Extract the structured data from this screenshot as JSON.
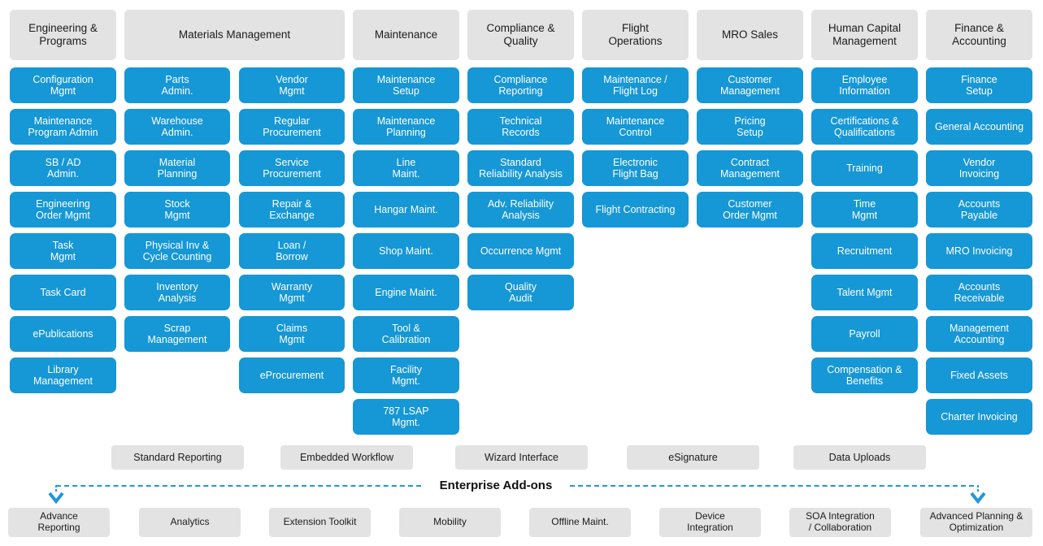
{
  "colors": {
    "module_blue": "#1697d6",
    "accent_blue": "#2196db",
    "box_gray": "#e3e3e3"
  },
  "columns": [
    {
      "header": "Engineering &\nPrograms",
      "items": [
        "Configuration\nMgmt",
        "Maintenance\nProgram Admin",
        "SB / AD\nAdmin.",
        "Engineering\nOrder Mgmt",
        "Task\nMgmt",
        "Task Card",
        "ePublications",
        "Library\nManagement"
      ]
    },
    {
      "header": "Materials Management",
      "subcolumns": [
        [
          "Parts\nAdmin.",
          "Warehouse\nAdmin.",
          "Material\nPlanning",
          "Stock\nMgmt",
          "Physical Inv &\nCycle Counting",
          "Inventory\nAnalysis",
          "Scrap\nManagement"
        ],
        [
          "Vendor\nMgmt",
          "Regular\nProcurement",
          "Service\nProcurement",
          "Repair &\nExchange",
          "Loan /\nBorrow",
          "Warranty\nMgmt",
          "Claims\nMgmt",
          "eProcurement"
        ]
      ]
    },
    {
      "header": "Maintenance",
      "items": [
        "Maintenance\nSetup",
        "Maintenance\nPlanning",
        "Line\nMaint.",
        "Hangar Maint.",
        "Shop Maint.",
        "Engine Maint.",
        "Tool &\nCalibration",
        "Facility\nMgmt.",
        "787 LSAP\nMgmt."
      ]
    },
    {
      "header": "Compliance &\nQuality",
      "items": [
        "Compliance\nReporting",
        "Technical\nRecords",
        "Standard\nReliability Analysis",
        "Adv. Reliability\nAnalysis",
        "Occurrence Mgmt",
        "Quality\nAudit"
      ]
    },
    {
      "header": "Flight\nOperations",
      "items": [
        "Maintenance /\nFlight Log",
        "Maintenance\nControl",
        "Electronic\nFlight Bag",
        "Flight Contracting"
      ]
    },
    {
      "header": "MRO Sales",
      "items": [
        "Customer\nManagement",
        "Pricing\nSetup",
        "Contract\nManagement",
        "Customer\nOrder Mgmt"
      ]
    },
    {
      "header": "Human Capital\nManagement",
      "items": [
        "Employee\nInformation",
        "Certifications &\nQualifications",
        "Training",
        "Time\nMgmt",
        "Recruitment",
        "Talent Mgmt",
        "Payroll",
        "Compensation &\nBenefits"
      ]
    },
    {
      "header": "Finance &\nAccounting",
      "items": [
        "Finance\nSetup",
        "General Accounting",
        "Vendor\nInvoicing",
        "Accounts\nPayable",
        "MRO Invoicing",
        "Accounts\nReceivable",
        "Management\nAccounting",
        "Fixed Assets",
        "Charter Invoicing"
      ]
    }
  ],
  "utilities": [
    "Standard Reporting",
    "Embedded Workflow",
    "Wizard Interface",
    "eSignature",
    "Data Uploads"
  ],
  "enterprise_addons": {
    "label": "Enterprise Add-ons",
    "items": [
      "Advance\nReporting",
      "Analytics",
      "Extension Toolkit",
      "Mobility",
      "Offline Maint.",
      "Device\nIntegration",
      "SOA Integration\n/ Collaboration",
      "Advanced Planning &\nOptimization"
    ]
  }
}
